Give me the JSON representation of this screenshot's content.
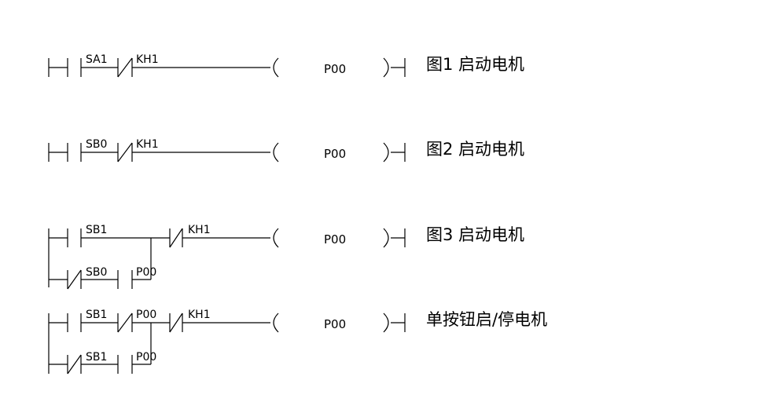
{
  "diagram": {
    "rungs": [
      {
        "caption": "图1  启动电机",
        "coil": "P00",
        "main_contacts": [
          {
            "label": "SA1",
            "type": "NO"
          },
          {
            "label": "KH1",
            "type": "NC"
          }
        ]
      },
      {
        "caption": "图2  启动电机",
        "coil": "P00",
        "main_contacts": [
          {
            "label": "SB0",
            "type": "NO"
          },
          {
            "label": "KH1",
            "type": "NC"
          }
        ]
      },
      {
        "caption": "图3  启动电机",
        "coil": "P00",
        "main_contacts": [
          {
            "label": "SB1",
            "type": "NO"
          },
          {
            "label": "KH1",
            "type": "NC"
          }
        ],
        "branch_contacts": [
          {
            "label": "SB0",
            "type": "NC"
          },
          {
            "label": "P00",
            "type": "NO"
          }
        ]
      },
      {
        "caption": "单按钮启/停电机",
        "coil": "P00",
        "main_contacts": [
          {
            "label": "SB1",
            "type": "NO"
          },
          {
            "label": "P00",
            "type": "NC"
          },
          {
            "label": "KH1",
            "type": "NC"
          }
        ],
        "branch_contacts": [
          {
            "label": "SB1",
            "type": "NC"
          },
          {
            "label": "P00",
            "type": "NO"
          }
        ]
      }
    ]
  }
}
